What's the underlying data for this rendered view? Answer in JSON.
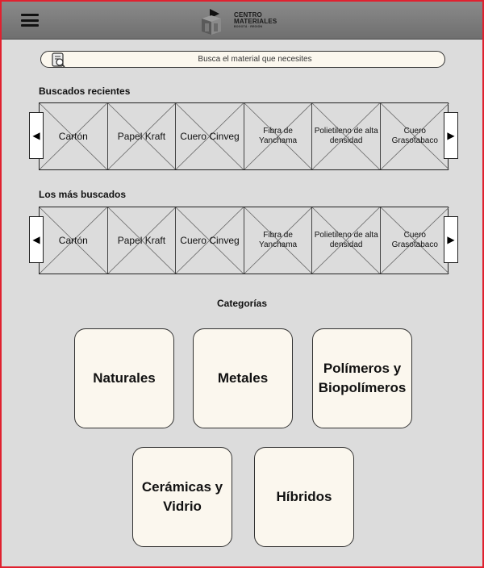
{
  "header": {
    "logo_line1": "CENTRO",
    "logo_line2": "MATERIALES",
    "logo_sub": "BOGOTÁ  ·  REGIÓN"
  },
  "search": {
    "placeholder": "Busca el material que necesites",
    "icon": "search-icon"
  },
  "recent": {
    "title": "Buscados recientes",
    "items": [
      "Cartón",
      "Papel Kraft",
      "Cuero Cinveg",
      "Fibra de Yanchama",
      "Polietileno de alta densidad",
      "Cuero Grasotabaco"
    ]
  },
  "popular": {
    "title": "Los más buscados",
    "items": [
      "Cartón",
      "Papel Kraft",
      "Cuero Cinveg",
      "Fibra de Yanchama",
      "Polietileno de alta densidad",
      "Cuero Grasotabaco"
    ]
  },
  "arrows": {
    "left": "◀",
    "right": "▶"
  },
  "categories": {
    "title": "Categorías",
    "items": [
      "Naturales",
      "Metales",
      "Polímeros y Biopolímeros",
      "Cerámicas y Vidrio",
      "Híbridos"
    ]
  },
  "colors": {
    "frame_border": "#e0212f",
    "background": "#dcdcdc",
    "topbar": "#7a7a7a",
    "card_fill": "#fbf7ee"
  }
}
